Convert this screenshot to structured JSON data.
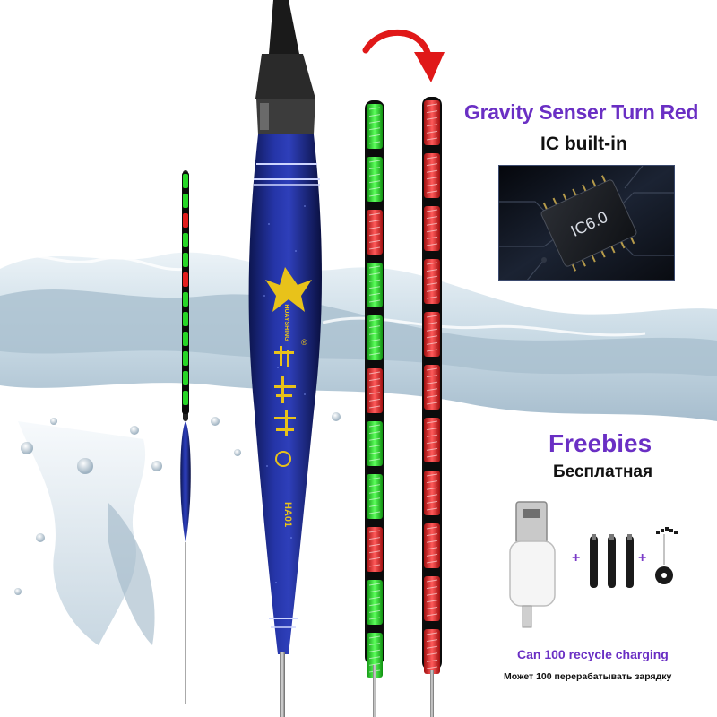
{
  "headline": "Gravity Senser Turn Red",
  "subheadline": "IC built-in",
  "chip": {
    "label": "IC6.0"
  },
  "float_body": {
    "brand_text": "HUAYSHING",
    "model_text": "HA01",
    "registered_mark": "®"
  },
  "freebies": {
    "title": "Freebies",
    "title_ru": "Бесплатная"
  },
  "plus_sign": "+",
  "charging": {
    "text_en": "Can 100 recycle charging",
    "text_ru": "Может 100 перерабатывать зарядку"
  },
  "colors": {
    "accent_purple": "#6a2fc4",
    "led_green": "#27d627",
    "led_red": "#e21e1e",
    "float_blue": "#1c2a8a",
    "gold": "#e8c21a",
    "arrow_red": "#e01818"
  },
  "icons": [
    "chip-icon",
    "usb-charger-icon",
    "battery-pin-icon",
    "rubber-stopper-icon",
    "curved-arrow-icon",
    "water-splash",
    "fishing-float"
  ]
}
